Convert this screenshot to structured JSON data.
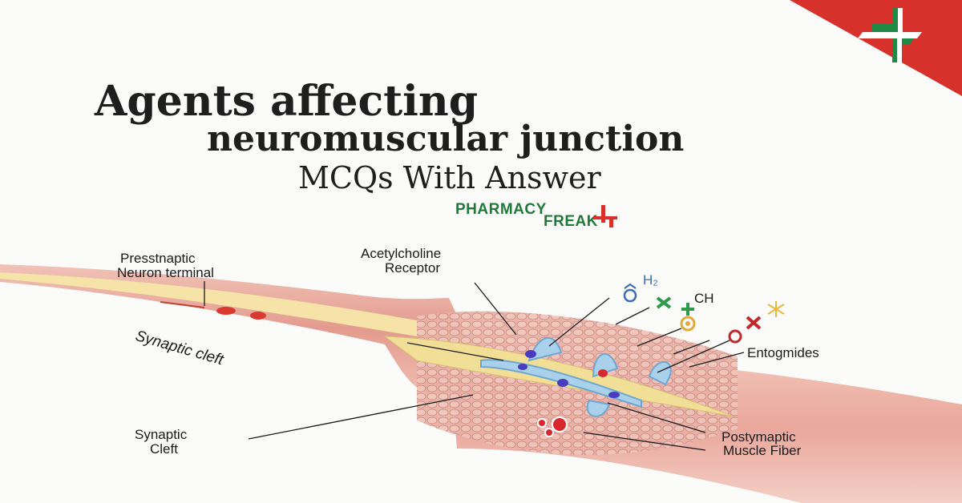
{
  "title": {
    "line1": "Agents affecting",
    "line2": "neuromuscular junction",
    "line3": "MCQs With Answer"
  },
  "brand": {
    "line1": "PHARMACY",
    "line2": "FREAK",
    "logo_icon": "pharmacy-cross-icon",
    "colors": {
      "green": "#1f7a3a",
      "red": "#d8302b"
    }
  },
  "corner_badge": {
    "icon": "green-white-cross-icon",
    "background": "#d6322b"
  },
  "diagram": {
    "labels": {
      "presynaptic_1": "Presstnaptic",
      "presynaptic_2": "Neuron terminal",
      "synaptic_cleft_italic": "Synaptic cleft",
      "ach_receptor_1": "Acetylcholine",
      "ach_receptor_2": "Receptor",
      "synaptic_cleft_1": "Synaptic",
      "synaptic_cleft_2": "Cleft",
      "h2": "H₂",
      "ch": "CH",
      "entogmides": "Entogmides",
      "postsynaptic_1": "Postymaptic",
      "postsynaptic_2": "Muscle Fiber"
    },
    "colors": {
      "muscle_pink": "#e8a49a",
      "axon_yellow": "#f3e2a0",
      "receptor_blue": "#9cc8e6",
      "vesicle_red": "#d8282e",
      "node_purple": "#4a3cc0"
    }
  }
}
